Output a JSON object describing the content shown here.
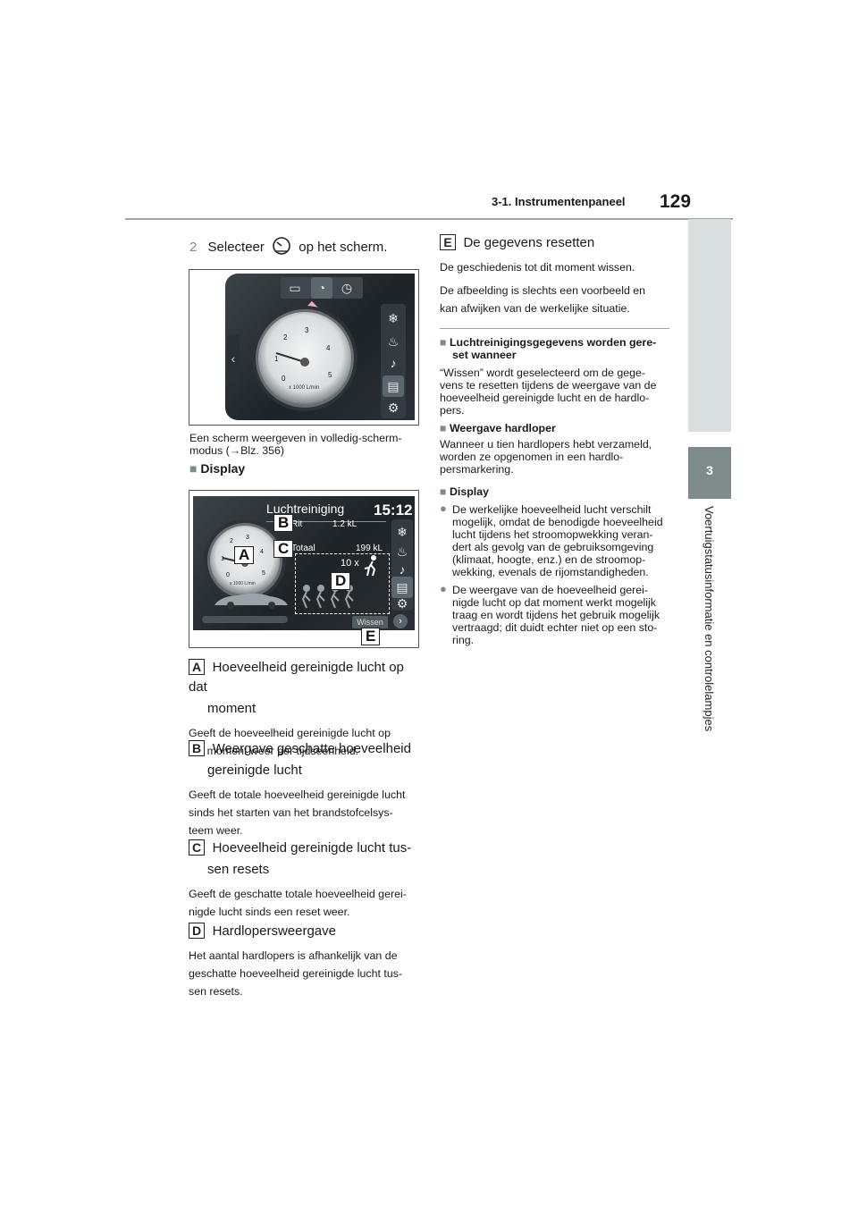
{
  "header": {
    "section": "3-1. Instrumentenpaneel",
    "page_number": "129"
  },
  "side_tab": {
    "chapter_number": "3",
    "chapter_title": "Voertuigstatusinformatie en controlelampjes"
  },
  "left": {
    "step": {
      "number": "2",
      "text_before": "Selecteer",
      "text_after": "op het scherm."
    },
    "figure1": {
      "caption": "Een scherm weergeven in volledig-scherm-modus (→Blz. 356)",
      "caption_line1": "Een scherm weergeven in volledig-scherm-",
      "caption_line2": "modus (→Blz. 356)",
      "gauge_ticks": [
        "0",
        "1",
        "2",
        "3",
        "4",
        "5"
      ],
      "gauge_unit": "x 1000 L/min"
    },
    "display_heading": "Display",
    "figure2": {
      "title": "Luchtreiniging",
      "time": "15:12",
      "rit_label": "Rit",
      "rit_value": "1.2 kL",
      "totaal_label": "Totaal",
      "totaal_value": "199 kL",
      "runner_count": "10 x",
      "reset_button": "Wissen",
      "gauge_ticks": [
        "0",
        "1",
        "2",
        "3",
        "4",
        "5"
      ],
      "gauge_unit": "x 1000 L/min",
      "labels": [
        "A",
        "B",
        "C",
        "D",
        "E"
      ]
    },
    "items": [
      {
        "label": "A",
        "title_line1": "Hoeveelheid gereinigde lucht op dat",
        "title_line2": "moment",
        "desc_line1": "Geeft de hoeveelheid gereinigde lucht op",
        "desc_line2": "dat moment weer per tijdseenheid.",
        "desc_line3": ""
      },
      {
        "label": "B",
        "title_line1": "Weergave geschatte hoeveelheid",
        "title_line2": "gereinigde lucht",
        "desc_line1": "Geeft de totale hoeveelheid gereinigde lucht",
        "desc_line2": "sinds het starten van het brandstofcelsys-",
        "desc_line3": "teem weer."
      },
      {
        "label": "C",
        "title_line1": "Hoeveelheid gereinigde lucht tus-",
        "title_line2": "sen resets",
        "desc_line1": "Geeft de geschatte totale hoeveelheid gerei-",
        "desc_line2": "nigde lucht sinds een reset weer.",
        "desc_line3": ""
      },
      {
        "label": "D",
        "title_line1": "Hardlopersweergave",
        "title_line2": "",
        "desc_line1": "Het aantal hardlopers is afhankelijk van de",
        "desc_line2": "geschatte hoeveelheid gereinigde lucht tus-",
        "desc_line3": "sen resets."
      }
    ]
  },
  "right": {
    "item_e": {
      "label": "E",
      "title": "De gegevens resetten",
      "desc": "De geschiedenis tot dit moment wissen.",
      "note_line1": "De afbeelding is slechts een voorbeeld en",
      "note_line2": "kan afwijken van de werkelijke situatie."
    },
    "section1": {
      "heading_line1": "Luchtreinigingsgegevens worden gere-",
      "heading_line2": "set wanneer",
      "lines": [
        "“Wissen” wordt geselecteerd om de gege-",
        "vens te resetten tijdens de weergave van de",
        "hoeveelheid gereinigde lucht en de hardlo-",
        "pers."
      ]
    },
    "section2": {
      "heading": "Weergave hardloper",
      "lines": [
        "Wanneer u tien hardlopers hebt verzameld,",
        "worden ze opgenomen in een hardlo-",
        "persmarkering."
      ]
    },
    "section3": {
      "heading": "Display",
      "bullet1": [
        "De werkelijke hoeveelheid lucht verschilt",
        "mogelijk, omdat de benodigde hoeveelheid",
        "lucht tijdens het stroomopwekking veran-",
        "dert als gevolg van de gebruiksomgeving",
        "(klimaat, hoogte, enz.) en de stroomop-",
        "wekking, evenals de rijomstandigheden."
      ],
      "bullet2": [
        "De weergave van de hoeveelheid gerei-",
        "nigde lucht op dat moment werkt mogelijk",
        "traag en wordt tijdens het gebruik mogelijk",
        "vertraagd; dit duidt echter niet op een sto-",
        "ring."
      ]
    }
  },
  "colors": {
    "accent_gray": "#7e8b8b",
    "tab_light": "#d9dede",
    "rule": "#9aa5a5",
    "arrow_pink": "#f2a9cf"
  }
}
